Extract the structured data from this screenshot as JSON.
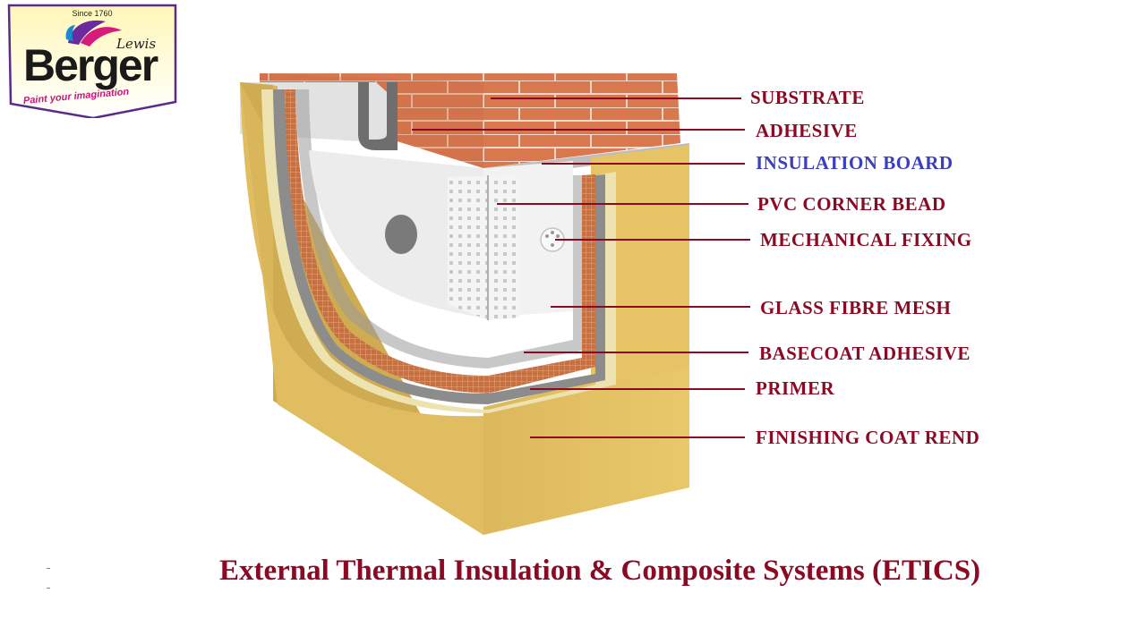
{
  "logo": {
    "since": "Since 1760",
    "brand": "Berger",
    "sub_brand": "Lewis",
    "tagline": "Paint your imagination"
  },
  "labels": [
    {
      "id": "substrate",
      "text": "SUBSTRATE",
      "color": "#8b0a23"
    },
    {
      "id": "adhesive",
      "text": "ADHESIVE",
      "color": "#8b0a23"
    },
    {
      "id": "insulation-board",
      "text": "INSULATION BOARD",
      "color": "#3a3ec0"
    },
    {
      "id": "pvc-corner-bead",
      "text": "PVC CORNER BEAD",
      "color": "#8b0a23"
    },
    {
      "id": "mechanical-fixing",
      "text": "MECHANICAL FIXING",
      "color": "#8b0a23"
    },
    {
      "id": "glass-fibre-mesh",
      "text": "GLASS FIBRE MESH",
      "color": "#8b0a23"
    },
    {
      "id": "basecoat-adhesive",
      "text": "BASECOAT ADHESIVE",
      "color": "#8b0a23"
    },
    {
      "id": "primer",
      "text": "PRIMER",
      "color": "#8b0a23"
    },
    {
      "id": "finishing-coat-rend",
      "text": "FINISHING COAT REND",
      "color": "#8b0a23"
    }
  ],
  "caption": "External Thermal Insulation & Composite Systems (ETICS)",
  "colors": {
    "label_red": "#8b0a23",
    "label_blue": "#3a3ec0",
    "brick": "#d9784f",
    "render": "#e3c062",
    "primer": "#ece3b0",
    "basecoat": "#8c8c8c",
    "insulation": "#ececec"
  }
}
